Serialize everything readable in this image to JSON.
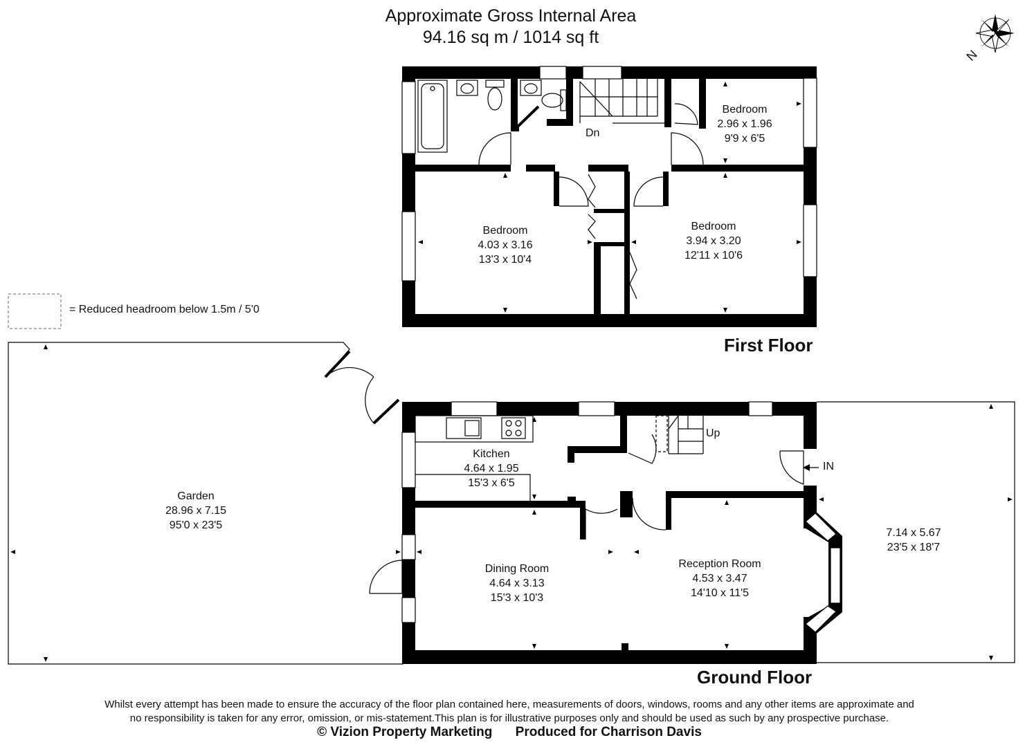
{
  "header": {
    "area_line1": "Approximate Gross Internal Area",
    "area_line2": "94.16 sq m / 1014 sq ft"
  },
  "compass": {
    "label": "N"
  },
  "legend": {
    "text": "= Reduced headroom below 1.5m / 5'0"
  },
  "first_floor": {
    "title": "First Floor",
    "stairs_label": "Dn",
    "rooms": [
      {
        "name": "Bedroom",
        "metric": "2.96 x 1.96",
        "imperial": "9'9 x 6'5"
      },
      {
        "name": "Bedroom",
        "metric": "4.03 x 3.16",
        "imperial": "13'3 x 10'4"
      },
      {
        "name": "Bedroom",
        "metric": "3.94 x 3.20",
        "imperial": "12'11 x 10'6"
      }
    ]
  },
  "ground_floor": {
    "title": "Ground Floor",
    "stairs_label": "Up",
    "entrance_label": "IN",
    "rooms": [
      {
        "name": "Kitchen",
        "metric": "4.64 x 1.95",
        "imperial": "15'3 x 6'5"
      },
      {
        "name": "Dining Room",
        "metric": "4.64 x 3.13",
        "imperial": "15'3 x 10'3"
      },
      {
        "name": "Reception Room",
        "metric": "4.53 x 3.47",
        "imperial": "14'10 x 11'5"
      },
      {
        "name": "Garden",
        "metric": "28.96 x 7.15",
        "imperial": "95'0 x 23'5"
      },
      {
        "name": "",
        "metric": "7.14 x 5.67",
        "imperial": "23'5 x 18'7"
      }
    ]
  },
  "footer": {
    "disclaimer_line1": "Whilst every attempt has been made to ensure the accuracy of the floor plan contained here, measurements of doors, windows, rooms and any other items are approximate and",
    "disclaimer_line2": "no responsibility is taken for any error, omission, or mis-statement.This plan is for illustrative purposes only and should be used as such by any prospective purchase.",
    "copyright": "© Vizion Property Marketing",
    "produced_for": "Produced for Charrison Davis"
  }
}
